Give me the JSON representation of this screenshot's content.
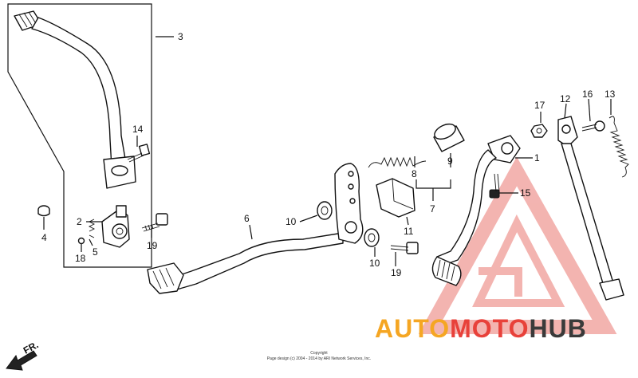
{
  "callouts": {
    "c1": "1",
    "c2": "2",
    "c3": "3",
    "c4": "4",
    "c5": "5",
    "c6": "6",
    "c7": "7",
    "c8": "8",
    "c9": "9",
    "c10a": "10",
    "c10b": "10",
    "c11": "11",
    "c12": "12",
    "c13": "13",
    "c14": "14",
    "c15": "15",
    "c16": "16",
    "c17": "17",
    "c18": "18",
    "c19a": "19",
    "c19b": "19"
  },
  "direction_label": "FR.",
  "copyright": {
    "line1": "Copyright",
    "line2": "Page design (c) 2004 - 2014 by ARI Network Services, Inc."
  },
  "watermark": {
    "part1": "AUTO",
    "part2": "MOTO",
    "part3": "HUB",
    "color_red": "#e8413a",
    "color_orange": "#f5a623",
    "color_dark": "#3a3a3a"
  }
}
